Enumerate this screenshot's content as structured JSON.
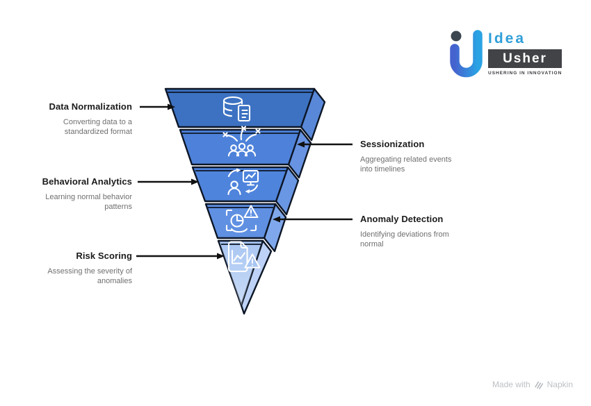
{
  "logo": {
    "brand_line1": "Idea",
    "brand_line2": "Usher",
    "tagline": "USHERING IN INNOVATION",
    "accent_blue": "#2f9fd8",
    "box_color": "#424347",
    "dot_color": "#3b4650",
    "mark_gradient": [
      "#4563cf",
      "#2aa3e4"
    ]
  },
  "funnel": {
    "outline_color": "#0d1626",
    "steps": [
      {
        "title": "Data Normalization",
        "description": "Converting data to a\nstandardized format",
        "label_side": "left",
        "face_color": "#3d72c2",
        "side_color": "#5988d8",
        "icon": "database-document-icon"
      },
      {
        "title": "Sessionization",
        "description": "Aggregating related events\ninto timelines",
        "label_side": "right",
        "face_color": "#4e82da",
        "side_color": "#6793e2",
        "icon": "crowd-events-icon"
      },
      {
        "title": "Behavioral Analytics",
        "description": "Learning normal behavior\npatterns",
        "label_side": "left",
        "face_color": "#4f84dc",
        "side_color": "#6997e4",
        "icon": "user-monitor-sync-icon"
      },
      {
        "title": "Anomaly Detection",
        "description": "Identifying deviations from\nnormal",
        "label_side": "right",
        "face_color": "#5f90e2",
        "side_color": "#7fa8ec",
        "icon": "scan-alert-icon"
      },
      {
        "title": "Risk Scoring",
        "description": "Assessing the severity of\nanomalies",
        "label_side": "left",
        "face_color": "#a9c6f2",
        "side_color": "#bdd2f6",
        "icon": "report-risk-icon"
      }
    ]
  },
  "footer": {
    "made_with": "Made with",
    "brand": "Napkin"
  }
}
